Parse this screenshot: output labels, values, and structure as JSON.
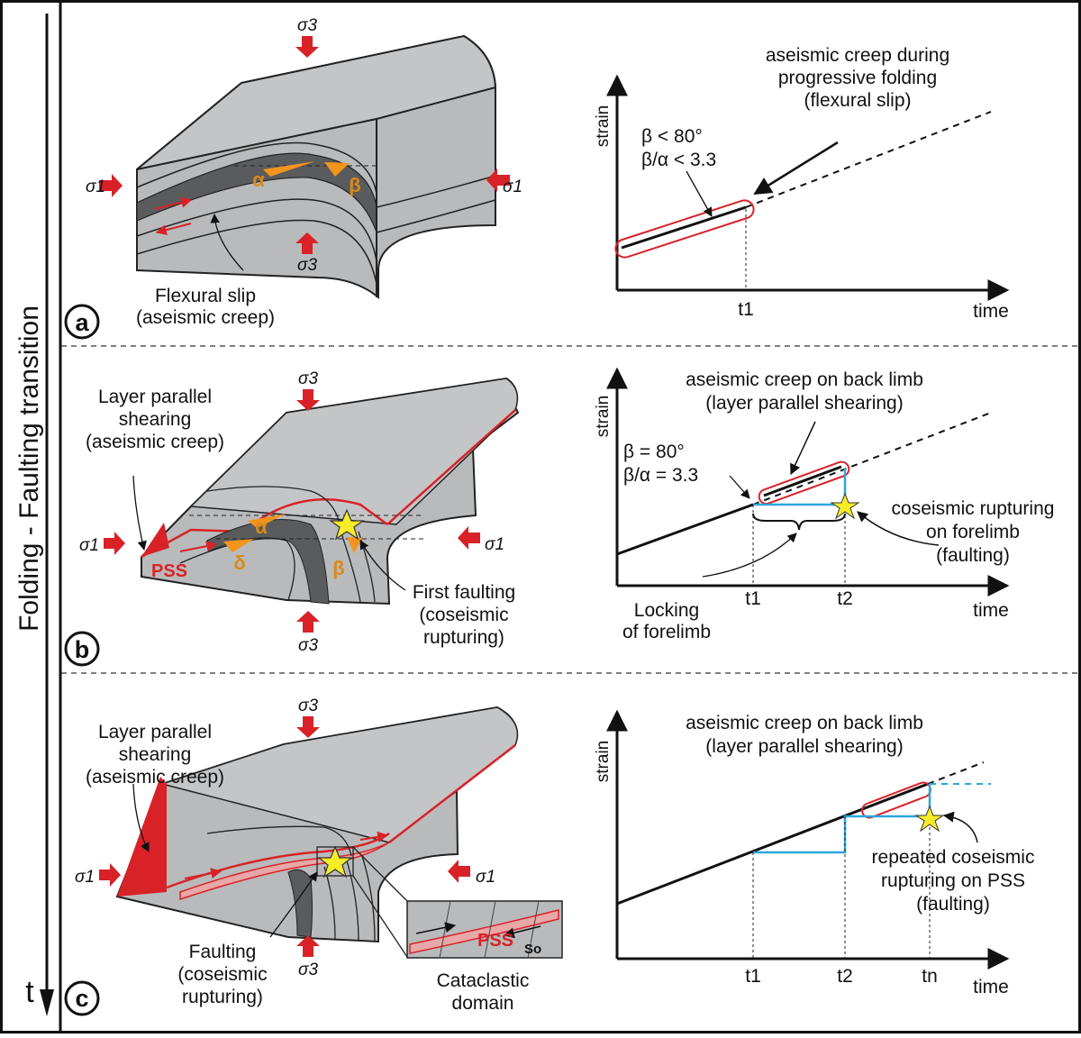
{
  "sidebar": {
    "title": "Folding - Faulting transition",
    "time_symbol": "t"
  },
  "symbols": {
    "sigma1": "σ1",
    "sigma3": "σ3",
    "alpha": "α",
    "beta": "β",
    "delta": "δ"
  },
  "panels": [
    {
      "letter": "a",
      "block_labels": [
        "Flexural slip",
        "(aseismic creep)"
      ],
      "graph": {
        "ylabel": "strain",
        "xlabel": "time",
        "ticks": [
          "t1"
        ],
        "criteria": [
          "β < 80°",
          "β/α < 3.3"
        ],
        "annotation": [
          "aseismic creep during",
          "progressive folding",
          "(flexural slip)"
        ]
      }
    },
    {
      "letter": "b",
      "block_labels": [
        "Layer parallel",
        "shearing",
        "(aseismic creep)"
      ],
      "star_label": [
        "First faulting",
        "(coseismic",
        "rupturing)"
      ],
      "pss_label": "PSS",
      "graph": {
        "ylabel": "strain",
        "xlabel": "time",
        "ticks": [
          "t1",
          "t2"
        ],
        "criteria": [
          "β = 80°",
          "β/α = 3.3"
        ],
        "annotation": [
          "aseismic creep on back limb",
          "(layer parallel shearing)"
        ],
        "rupture_label": [
          "coseismic rupturing",
          "on forelimb",
          "(faulting)"
        ],
        "locking_label": [
          "Locking",
          "of forelimb"
        ]
      }
    },
    {
      "letter": "c",
      "block_labels": [
        "Layer parallel",
        "shearing",
        "(aseismic creep)"
      ],
      "fault_label": [
        "Faulting",
        "(coseismic",
        "rupturing)"
      ],
      "inset": {
        "pss": "PSS",
        "so": "So",
        "caption": [
          "Cataclastic",
          "domain"
        ]
      },
      "graph": {
        "ylabel": "strain",
        "xlabel": "time",
        "ticks": [
          "t1",
          "t2",
          "tn"
        ],
        "annotation": [
          "aseismic creep on back limb",
          "(layer parallel shearing)"
        ],
        "rupture_label": [
          "repeated coseismic",
          "rupturing on PSS",
          "(faulting)"
        ]
      }
    }
  ],
  "colors": {
    "rock": "#b9babc",
    "rock_dark": "#5a5b5d",
    "fault_red": "#d82228",
    "blue_step": "#2aa7df",
    "star": "#f7ec27",
    "angle_orange": "#f3941d"
  }
}
